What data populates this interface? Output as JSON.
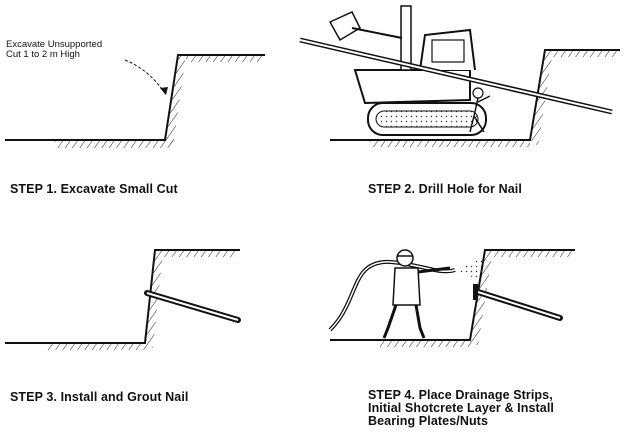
{
  "panels": [
    {
      "step_label": "STEP 1. Excavate Small Cut",
      "annotation_lines": [
        "Excavate Unsupported",
        "Cut 1 to 2 m High"
      ]
    },
    {
      "step_label": "STEP 2. Drill Hole for Nail"
    },
    {
      "step_label": "STEP 3. Install and Grout Nail"
    },
    {
      "step_label_lines": [
        "STEP 4. Place Drainage Strips,",
        "Initial Shotcrete Layer & Install",
        "Bearing Plates/Nuts"
      ]
    }
  ],
  "colors": {
    "ink": "#111111",
    "background": "#ffffff"
  }
}
